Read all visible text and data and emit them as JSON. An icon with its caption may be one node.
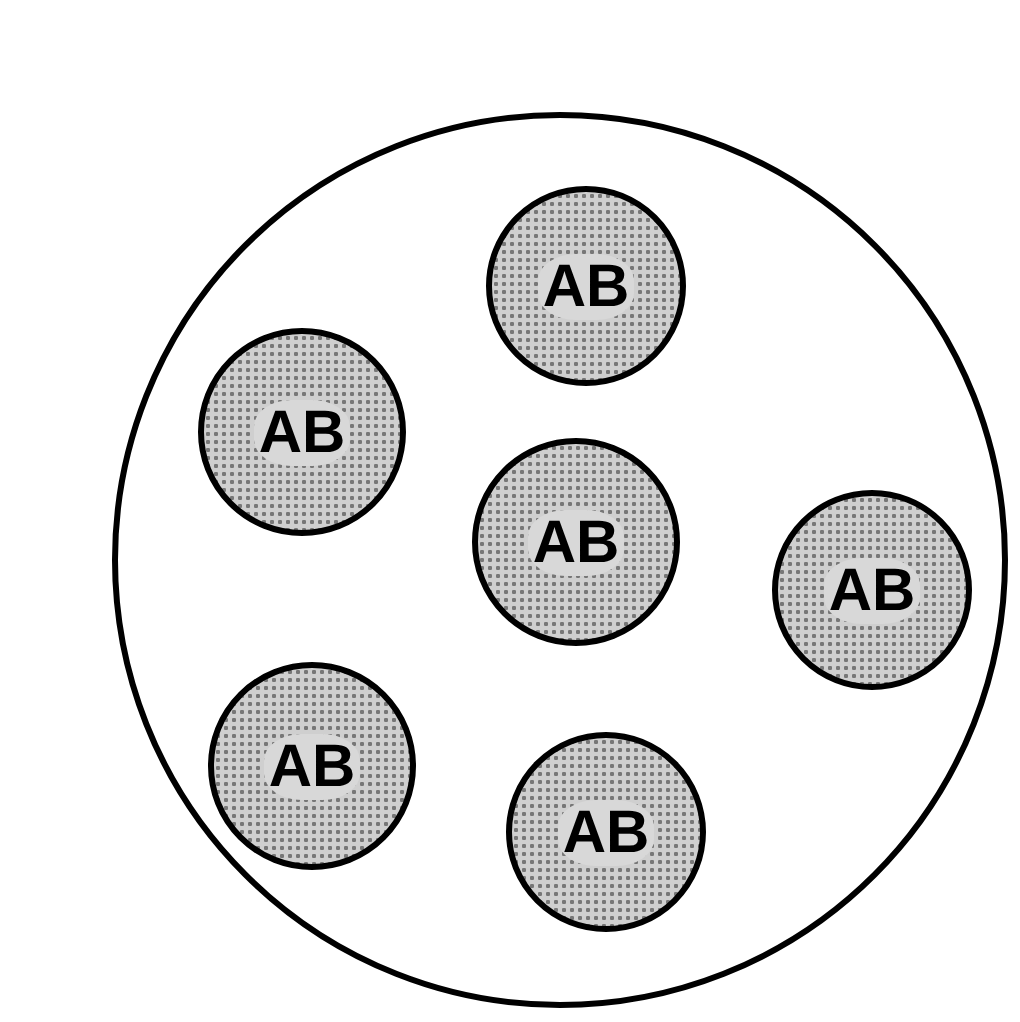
{
  "diagram": {
    "nodes": [
      {
        "text": [],
        "shape": "circle"
      },
      {
        "text": [
          "AB"
        ],
        "in": 0
      },
      {
        "text": [
          "AB"
        ],
        "in": 0
      },
      {
        "text": [
          "AB"
        ],
        "in": 0
      },
      {
        "text": [
          "AB"
        ],
        "in": 0
      },
      {
        "text": [
          "AB"
        ],
        "in": 0
      },
      {
        "text": [
          "AB"
        ],
        "in": 0
      }
    ]
  }
}
